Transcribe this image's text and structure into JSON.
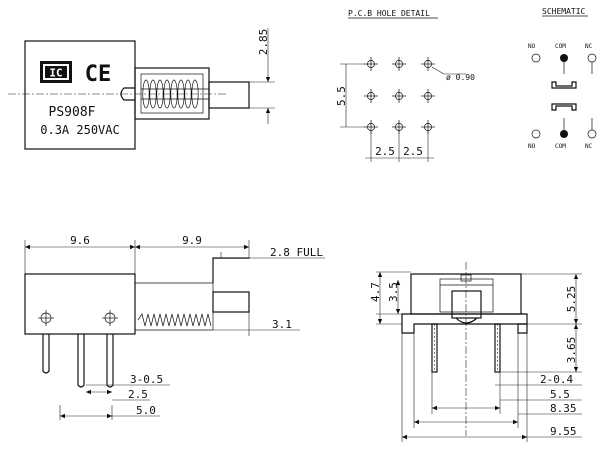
{
  "front_view": {
    "model": "PS908F",
    "rating": "0.3A 250VAC",
    "dims": {
      "top_height": "2.85"
    }
  },
  "pcb": {
    "title": "P.C.B HOLE DETAIL",
    "hole_dia": "0.90",
    "height": "5.5",
    "pitch_left": "2.5",
    "pitch_right": "2.5"
  },
  "schematic": {
    "title": "SCHEMATIC",
    "top_labels": [
      "NO",
      "COM",
      "NC"
    ],
    "bottom_labels": [
      "NO",
      "COM",
      "NC"
    ]
  },
  "side_view": {
    "dim_body": "9.6",
    "dim_stroke": "9.9",
    "dim_full": "2.8 FULL",
    "dim_shaft": "3.1",
    "dim_pins": "3-0.5",
    "dim_pitch": "2.5",
    "dim_span": "5.0"
  },
  "end_view": {
    "dim_4_7": "4.7",
    "dim_3_5": "3.5",
    "dim_5_25": "5.25",
    "dim_3_65": "3.65",
    "dim_2_0_4": "2-0.4",
    "dim_5_5": "5.5",
    "dim_8_35": "8.35",
    "dim_9_55": "9.55"
  }
}
